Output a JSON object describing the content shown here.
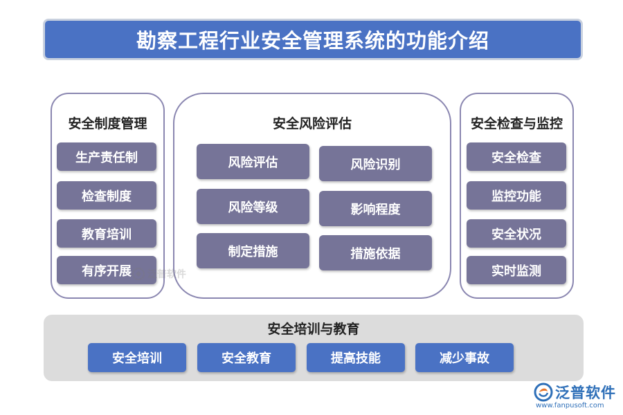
{
  "title": "勘察工程行业安全管理系统的功能介绍",
  "left_panel": {
    "title": "安全制度管理",
    "items": [
      "生产责任制",
      "检查制度",
      "教育培训",
      "有序开展"
    ]
  },
  "center_panel": {
    "title": "安全风险评估",
    "left_items": [
      "风险评估",
      "风险等级",
      "制定措施"
    ],
    "right_items": [
      "风险识别",
      "影响程度",
      "措施依据"
    ]
  },
  "right_panel": {
    "title": "安全检查与监控",
    "items": [
      "安全检查",
      "监控功能",
      "安全状况",
      "实时监测"
    ]
  },
  "bottom_panel": {
    "title": "安全培训与教育",
    "items": [
      "安全培训",
      "安全教育",
      "提高技能",
      "减少事故"
    ]
  },
  "watermark": "泛普软件",
  "logo": {
    "text": "泛普软件",
    "url": "www.fanpusoft.com"
  },
  "colors": {
    "title_bg": "#4a72c4",
    "pill_bg": "#767498",
    "panel_border": "#8a86b0",
    "bottom_bg": "#dcdcdc",
    "logo": "#2e6fb8"
  }
}
